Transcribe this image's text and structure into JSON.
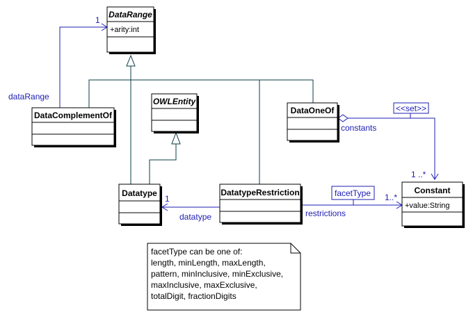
{
  "diagram": {
    "classes": {
      "datarange": {
        "name": "DataRange",
        "attrs": [
          "+arity:int"
        ]
      },
      "owlentity": {
        "name": "OWLEntity",
        "attrs": []
      },
      "datacomplementof": {
        "name": "DataComplementOf",
        "attrs": []
      },
      "dataoneof": {
        "name": "DataOneOf",
        "attrs": []
      },
      "datatype": {
        "name": "Datatype",
        "attrs": []
      },
      "datatyperestriction": {
        "name": "DatatypeRestriction",
        "attrs": []
      },
      "constant": {
        "name": "Constant",
        "attrs": [
          "+value:String"
        ]
      }
    },
    "labels": {
      "datarange_role": "dataRange",
      "datarange_mult": "1",
      "constants_role": "constants",
      "set_stereotype": "<<set>>",
      "constants_mult": "1 ..*",
      "datatype_role": "datatype",
      "datatype_mult": "1",
      "restrictions_role": "restrictions",
      "restrictions_mult": "1..*",
      "facet_qualifier": "facetType"
    },
    "note": {
      "lines": [
        "facetType can be one of:",
        "length, minLength, maxLength,",
        "pattern, minInclusive, minExclusive,",
        "maxInclusive, maxExclusive,",
        "totalDigit, fractionDigits"
      ]
    },
    "colors": {
      "association": "#1c1cb4",
      "generalization": "#0a3c46",
      "class_border": "#000000"
    }
  }
}
